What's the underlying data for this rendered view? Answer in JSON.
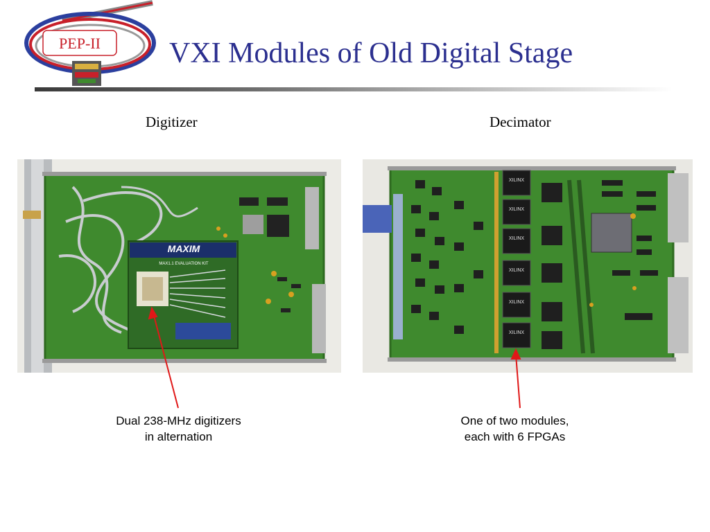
{
  "logo": {
    "text": "PEP-II",
    "icon": "pep-ii-ring-logo"
  },
  "slide": {
    "title": "VXI Modules of Old Digital Stage"
  },
  "columns": [
    {
      "label": "Digitizer",
      "photo": {
        "board_text": "MAXIM",
        "board_subtext": "MAX1.1 EVALUATION KIT"
      },
      "caption": [
        "Dual 238-MHz digitizers",
        "in alternation"
      ]
    },
    {
      "label": "Decimator",
      "photo": {
        "chip_label": "XILINX"
      },
      "caption": [
        "One of two modules,",
        "each with 6 FPGAs"
      ]
    }
  ],
  "colors": {
    "title": "#2b2f8f",
    "logo_red": "#c8202a",
    "logo_blue": "#2b3f9e",
    "pcb_green": "#3f8a2e",
    "arrow": "#e01818"
  }
}
